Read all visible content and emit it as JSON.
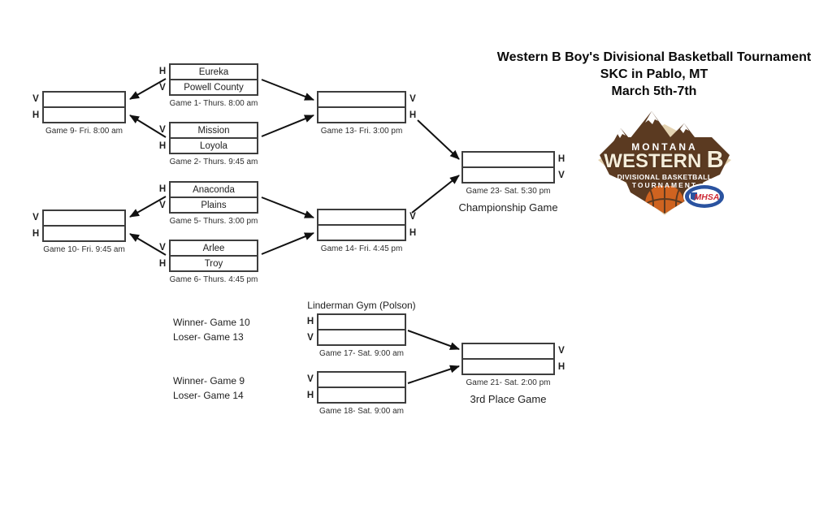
{
  "title": {
    "line1": "Western B Boy's Divisional Basketball Tournament",
    "line2": "SKC in Pablo, MT",
    "line3": "March 5th-7th"
  },
  "bracket": {
    "games": {
      "g1": {
        "caption": "Game 1- Thurs. 8:00 am",
        "rows": [
          {
            "side": "H",
            "team": "Eureka"
          },
          {
            "side": "V",
            "team": "Powell County"
          }
        ]
      },
      "g2": {
        "caption": "Game 2- Thurs. 9:45 am",
        "rows": [
          {
            "side": "V",
            "team": "Mission"
          },
          {
            "side": "H",
            "team": "Loyola"
          }
        ]
      },
      "g5": {
        "caption": "Game 5- Thurs. 3:00 pm",
        "rows": [
          {
            "side": "H",
            "team": "Anaconda"
          },
          {
            "side": "V",
            "team": "Plains"
          }
        ]
      },
      "g6": {
        "caption": "Game 6- Thurs. 4:45 pm",
        "rows": [
          {
            "side": "V",
            "team": "Arlee"
          },
          {
            "side": "H",
            "team": "Troy"
          }
        ]
      },
      "g9": {
        "caption": "Game 9- Fri. 8:00 am",
        "rows": [
          {
            "side": "V",
            "team": ""
          },
          {
            "side": "H",
            "team": ""
          }
        ]
      },
      "g10": {
        "caption": "Game 10- Fri. 9:45 am",
        "rows": [
          {
            "side": "V",
            "team": ""
          },
          {
            "side": "H",
            "team": ""
          }
        ]
      },
      "g13": {
        "caption": "Game 13- Fri. 3:00 pm",
        "rows": [
          {
            "side": "V",
            "team": ""
          },
          {
            "side": "H",
            "team": ""
          }
        ]
      },
      "g14": {
        "caption": "Game 14- Fri. 4:45 pm",
        "rows": [
          {
            "side": "V",
            "team": ""
          },
          {
            "side": "H",
            "team": ""
          }
        ]
      },
      "g17": {
        "caption": "Game 17- Sat. 9:00 am",
        "venue": "Linderman Gym (Polson)",
        "rows": [
          {
            "side": "H",
            "team": ""
          },
          {
            "side": "V",
            "team": ""
          }
        ]
      },
      "g18": {
        "caption": "Game 18- Sat. 9:00 am",
        "rows": [
          {
            "side": "V",
            "team": ""
          },
          {
            "side": "H",
            "team": ""
          }
        ]
      },
      "g21": {
        "caption": "Game 21- Sat. 2:00 pm",
        "note": "3rd Place Game",
        "rows": [
          {
            "side": "V",
            "team": ""
          },
          {
            "side": "H",
            "team": ""
          }
        ]
      },
      "g23": {
        "caption": "Game 23- Sat. 5:30 pm",
        "note": "Championship Game",
        "rows": [
          {
            "side": "H",
            "team": ""
          },
          {
            "side": "V",
            "team": ""
          }
        ]
      }
    },
    "feeders": {
      "third_place_top": [
        "Winner- Game 10",
        "Loser- Game 13"
      ],
      "third_place_bottom": [
        "Winner- Game 9",
        "Loser- Game 14"
      ]
    }
  },
  "logo": {
    "montana": "MONTANA",
    "western": "WESTERN",
    "b": "B",
    "line1": "DIVISIONAL BASKETBALL",
    "line2": "TOURNAMENT",
    "badge": "MHSA",
    "colors": {
      "brown": "#5b3a21",
      "dark_brown": "#3f2512",
      "cream": "#f6eedb",
      "tan": "#e4d3b2",
      "orange": "#cf6320",
      "badge_blue": "#2a53a0",
      "badge_red": "#ce2b37",
      "white": "#ffffff"
    }
  }
}
